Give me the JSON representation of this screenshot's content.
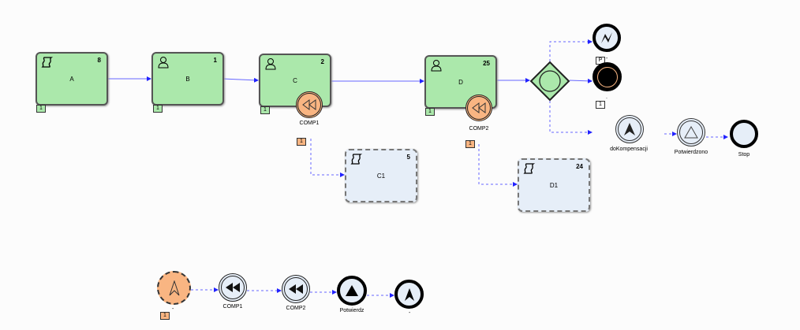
{
  "tasks": [
    {
      "label": "A",
      "num": "8",
      "badge": "1",
      "type": "script-task"
    },
    {
      "label": "B",
      "num": "1",
      "badge": "1",
      "type": "user-task"
    },
    {
      "label": "C",
      "num": "2",
      "badge": "1",
      "type": "user-task"
    },
    {
      "label": "D",
      "num": "25",
      "badge": "1",
      "type": "user-task"
    },
    {
      "label": "C1",
      "num": "5",
      "type": "script-subprocess"
    },
    {
      "label": "D1",
      "num": "24",
      "type": "script-subprocess"
    }
  ],
  "events": {
    "comp1": {
      "label": "COMP1",
      "badge": "1"
    },
    "comp2": {
      "label": "COMP2",
      "badge": "1"
    },
    "error_end": {
      "badge": "P",
      "label": "-"
    },
    "terminate_end": {
      "badge": "1",
      "label": "."
    },
    "dokompensacji": {
      "label": "doKompensacji"
    },
    "potwierdzono": {
      "label": "Potwierdzono"
    },
    "stop": {
      "label": "Stop"
    }
  },
  "bottom": {
    "start": {
      "label": "-",
      "badge": "1"
    },
    "comp1": {
      "label": "COMP1"
    },
    "comp2": {
      "label": "COMP2"
    },
    "potwierdz": {
      "label": "Potwierdz"
    },
    "end": {
      "label": "-"
    }
  },
  "colors": {
    "task": "#abe8ab",
    "subprocess": "#e6eef8",
    "compensation": "#f9b582",
    "flow": "#3333ff"
  }
}
